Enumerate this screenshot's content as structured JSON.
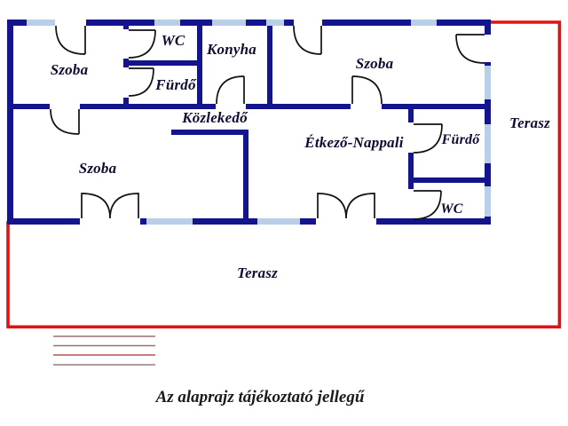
{
  "colors": {
    "wall": "#14148c",
    "window": "#b9cfe8",
    "boundary": "#e01212",
    "door": "#111111",
    "label": "#0d0d33",
    "caption": "#1a1a1a",
    "dim_line_a": "#9a7272",
    "dim_line_b": "#b65050",
    "dim_line_c": "#8f8080"
  },
  "labels": {
    "szoba_top_left": "Szoba",
    "wc_top": "WC",
    "konyha": "Konyha",
    "furdo_top": "Fürdő",
    "szoba_top_right": "Szoba",
    "kozlekedo": "Közlekedő",
    "etkezo_nappali": "Étkező-Nappali",
    "terasz_right": "Terasz",
    "furdo_right": "Fürdő",
    "wc_right": "WC",
    "szoba_bottom_left": "Szoba",
    "terasz_bottom": "Terasz"
  },
  "caption": "Az alaprajz tájékoztató jellegű"
}
